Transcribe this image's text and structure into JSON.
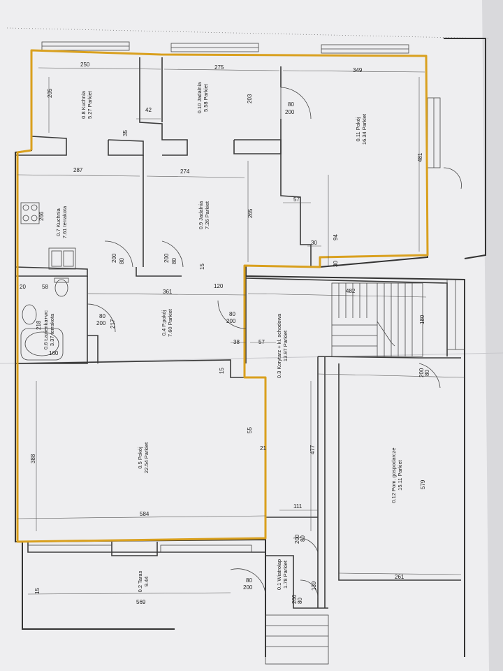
{
  "drawing": {
    "colors": {
      "paper": "#eeeef0",
      "line": "#4a4a4a",
      "wall": "#333333",
      "highlight": "#d9a01e",
      "background": "#8c8d8f"
    }
  },
  "rooms": [
    {
      "id": "0.8",
      "name": "Kuchnia",
      "area": "5.27",
      "finish": "Parkiet",
      "l1": "0.8 Kuchnia",
      "l2": "5.27 Parkiet"
    },
    {
      "id": "0.10",
      "name": "Jadalnia",
      "area": "5.58",
      "finish": "Parkiet",
      "l1": "0.10 Jadalnia",
      "l2": "5.58 Parkiet"
    },
    {
      "id": "0.11",
      "name": "Pokój",
      "area": "16.34",
      "finish": "Parkiet",
      "l1": "0.11 Pokój",
      "l2": "16.34 Parkiet"
    },
    {
      "id": "0.7",
      "name": "Kuchnia",
      "area": "7.61",
      "finish": "terrakota",
      "l1": "0.7 Kuchnia",
      "l2": "7.61 terrakota"
    },
    {
      "id": "0.9",
      "name": "Jadalnia",
      "area": "7.26",
      "finish": "Parkiet",
      "l1": "0.9 Jadalnia",
      "l2": "7.26 Parkiet"
    },
    {
      "id": "0.6",
      "name": "Łazienka+wc",
      "area": "3.37",
      "finish": "terrakota",
      "l1": "0.6 Łazienka+wc",
      "l2": "3.37 terrakota"
    },
    {
      "id": "0.4",
      "name": "P.pokój",
      "area": "7.60",
      "finish": "Parkiet",
      "l1": "0.4 P.pokój",
      "l2": "7.60 Parkiet"
    },
    {
      "id": "0.3",
      "name": "Korytarz + kl. schodowa",
      "area": "13.97",
      "finish": "Parkiet",
      "l1": "0.3 Korytarz + kl. schodowa",
      "l2": "13.97 Parkiet"
    },
    {
      "id": "0.5",
      "name": "Pokój",
      "area": "22.54",
      "finish": "Parkiet",
      "l1": "0.5 Pokój",
      "l2": "22.54 Parkiet"
    },
    {
      "id": "0.12",
      "name": "Pom. gospodarcze",
      "area": "15.11",
      "finish": "Parkiet",
      "l1": "0.12 Pom. gospodarcze",
      "l2": "15.11 Parkiet"
    },
    {
      "id": "0.2",
      "name": "Taras",
      "area": "9.44",
      "finish": "",
      "l1": "0.2 Taras",
      "l2": "9.44"
    },
    {
      "id": "0.1",
      "name": "Wiatrołap",
      "area": "1.78",
      "finish": "Parkiet",
      "l1": "0.1 Wiatrołap",
      "l2": "1.78 Parkiet"
    }
  ],
  "dimensions": {
    "d250": "250",
    "d275": "275",
    "d349": "349",
    "d205": "205",
    "d42": "42",
    "d35": "35",
    "d203": "203",
    "d481": "481",
    "d287": "287",
    "d274": "274",
    "d266": "266",
    "d265": "265",
    "d57a": "57",
    "d94": "94",
    "d30a": "30",
    "d30b": "30",
    "d15a": "15",
    "d361": "361",
    "d120": "120",
    "d482": "482",
    "d58": "58",
    "d20": "20",
    "d218": "218",
    "d217": "217",
    "d160": "160",
    "d180": "180",
    "d38": "38",
    "d57b": "57",
    "d15b": "15",
    "d55": "55",
    "d21": "21",
    "d388": "388",
    "d477": "477",
    "d584": "584",
    "d579": "579",
    "d111": "111",
    "d261": "261",
    "d569": "569",
    "d139": "139",
    "d15c": "15"
  },
  "doors": {
    "k1w": "80",
    "k1h": "200",
    "k2w": "80",
    "k2h": "200",
    "k3w": "80",
    "k3h": "200",
    "k4w": "80",
    "k4h": "200",
    "k5w": "80",
    "k5h": "200",
    "k6w": "80",
    "k6h": "200",
    "k7w": "80",
    "k7h": "200",
    "k8w": "80",
    "k8h": "200",
    "k9w": "80",
    "k9h": "200"
  }
}
